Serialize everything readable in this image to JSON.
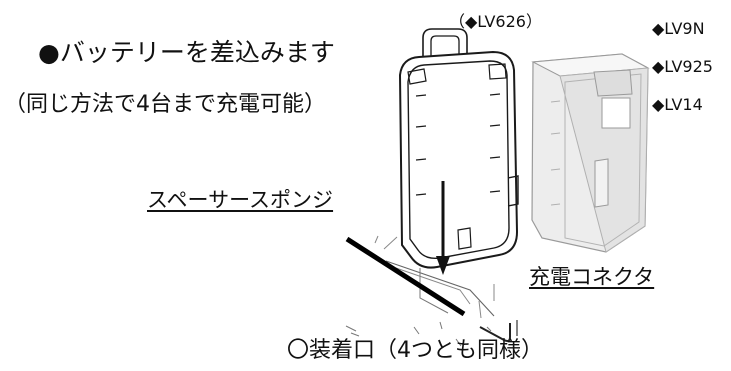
{
  "heading": {
    "title": "●バッテリーを差込みます",
    "subtitle": "（同じ方法で4台まで充電可能）"
  },
  "models": {
    "center": "（◆LV626）",
    "right": [
      "◆LV9N",
      "◆LV925",
      "◆LV14"
    ]
  },
  "callouts": {
    "spacer": "スペーサースポンジ",
    "connector": "充電コネクタ",
    "slot": "〇装着口（4つとも同様）"
  }
}
